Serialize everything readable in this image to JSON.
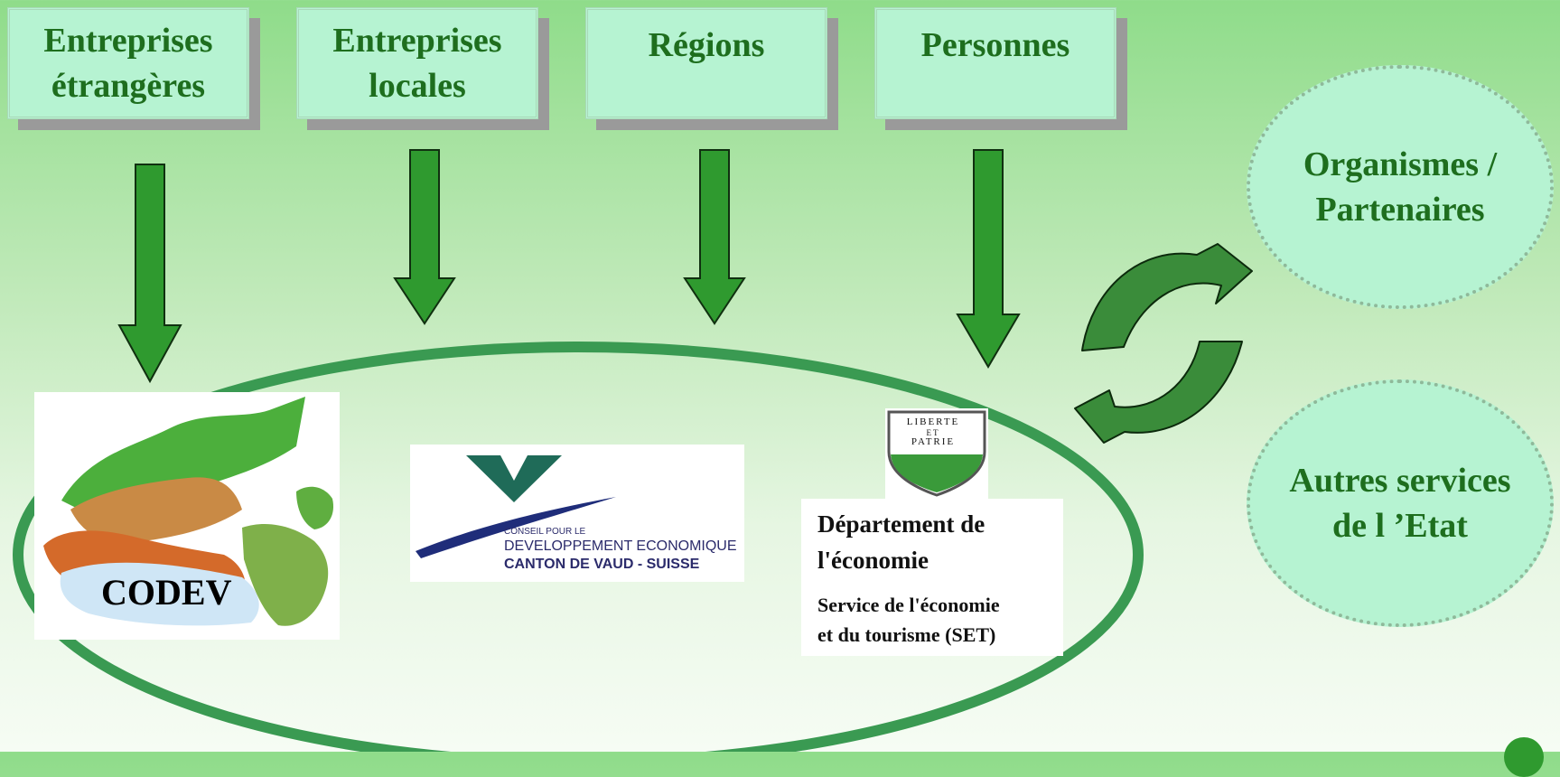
{
  "top_boxes": [
    {
      "label": "Entreprises\nétrangères"
    },
    {
      "label": "Entreprises\nlocales"
    },
    {
      "label": "Régions"
    },
    {
      "label": "Personnes"
    }
  ],
  "side_ovals": [
    {
      "label": "Organismes /\nPartenaires"
    },
    {
      "label": "Autres services\nde l ’Etat"
    }
  ],
  "codev": {
    "label": "CODEV"
  },
  "dev_logo": {
    "line1": "CONSEIL POUR LE",
    "line2": "DEVELOPPEMENT ECONOMIQUE",
    "line3": "CANTON DE VAUD - SUISSE"
  },
  "shield": {
    "line1": "LIBERTE",
    "line2": "ET",
    "line3": "PATRIE"
  },
  "department": {
    "title": "Département de\nl'économie",
    "service": "Service de l'économie\net du tourisme (SET)"
  },
  "colors": {
    "arrow": "#2f9a2f",
    "ellipse": "#3a9a52",
    "box_text": "#1e6e1e",
    "box_fill": "#b6f3d2"
  }
}
